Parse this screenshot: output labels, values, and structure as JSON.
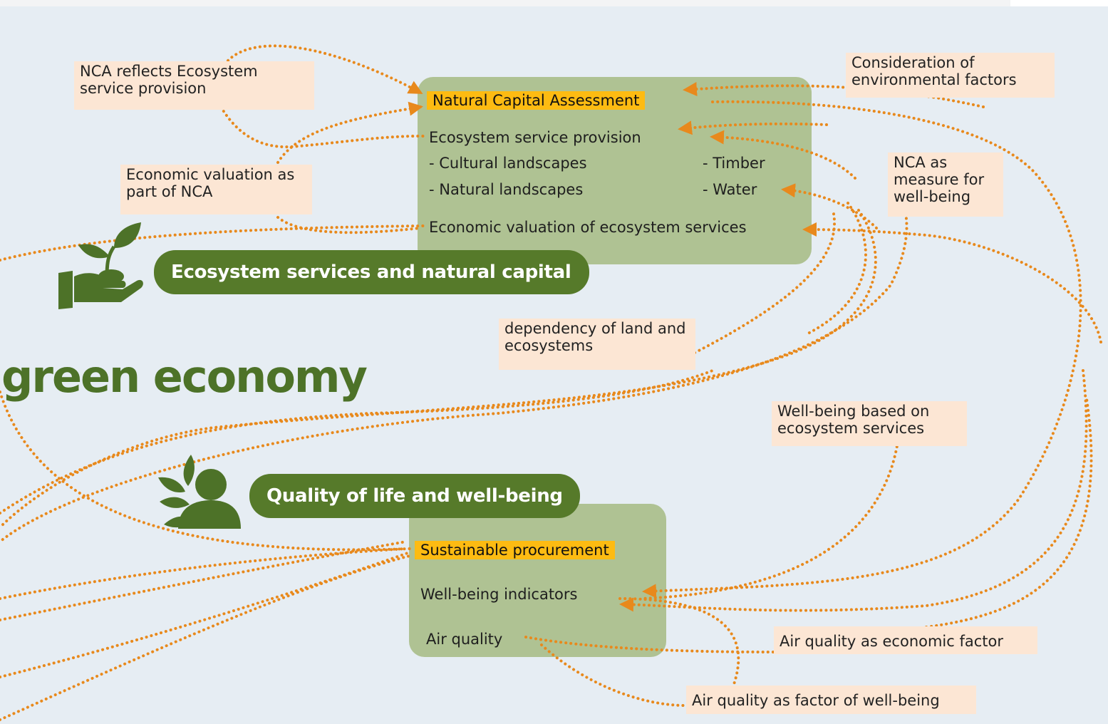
{
  "main_title": "green economy",
  "categories": {
    "ecosystem": "Ecosystem services and natural capital",
    "quality": "Quality of life and well-being"
  },
  "panel_top": {
    "heading": "Natural Capital Assessment",
    "line1": "Ecosystem service provision",
    "item_cultural": "- Cultural landscapes",
    "item_natural": "- Natural landscapes",
    "item_timber": "- Timber",
    "item_water": "- Water",
    "line_valuation": "Economic valuation of ecosystem services"
  },
  "panel_bottom": {
    "heading": "Sustainable procurement",
    "line1": "Well-being indicators",
    "line2": "Air quality"
  },
  "notes": {
    "nca_reflects": "NCA reflects Ecosystem service provision",
    "economic_valuation": "Economic valuation as part of NCA",
    "consideration": "Consideration of environmental factors",
    "nca_measure": "NCA as measure for well-being",
    "dependency": "dependency of land and ecosystems",
    "wellbeing_based": "Well-being based on ecosystem services",
    "air_economic": "Air quality as economic factor",
    "air_wellbeing": "Air quality as factor of well-being"
  },
  "colors": {
    "background": "#e6edf3",
    "panel": "#afc293",
    "category_pill": "#567a2a",
    "highlight": "#fdbb12",
    "note": "#fce6d4",
    "link": "#e8891c"
  },
  "icons": [
    "plant-hand-icon",
    "person-leaf-icon"
  ]
}
